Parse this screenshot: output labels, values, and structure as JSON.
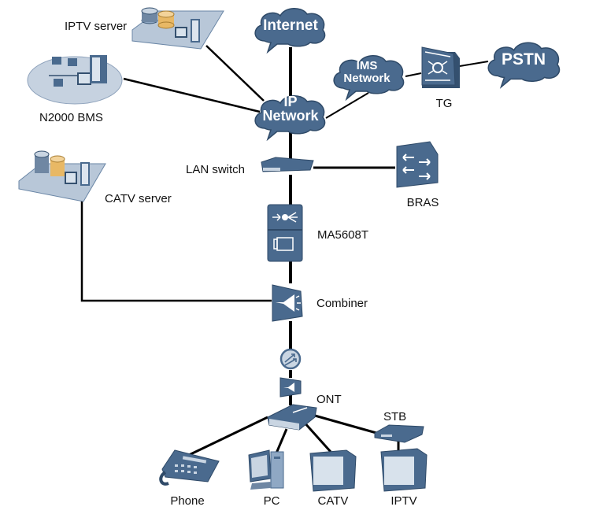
{
  "diagram": {
    "title": "GPON triple-play network topology",
    "colors": {
      "device": "#4a6a8e",
      "device_dark": "#34506f",
      "device_light": "#8fa8c4",
      "platform": "#b8c7d8",
      "disk_gold": "#e8b865",
      "link": "#000000"
    },
    "nodes": {
      "internet": {
        "label": "Internet",
        "type": "cloud"
      },
      "ip_network": {
        "label_line1": "IP",
        "label_line2": "Network",
        "type": "cloud"
      },
      "ims_network": {
        "label_line1": "IMS",
        "label_line2": "Network",
        "type": "cloud"
      },
      "pstn": {
        "label": "PSTN",
        "type": "cloud"
      },
      "tg": {
        "label": "TG",
        "type": "trunk-gateway"
      },
      "iptv_server": {
        "label": "IPTV server",
        "type": "server-platform"
      },
      "n2000_bms": {
        "label": "N2000 BMS",
        "type": "management-system"
      },
      "catv_server": {
        "label": "CATV server",
        "type": "server-platform"
      },
      "lan_switch": {
        "label": "LAN switch",
        "type": "switch"
      },
      "bras": {
        "label": "BRAS",
        "type": "bras"
      },
      "olt": {
        "label": "MA5608T",
        "type": "olt"
      },
      "combiner": {
        "label": "Combiner",
        "type": "combiner"
      },
      "splitter": {
        "label": "",
        "type": "optical-splitter"
      },
      "ont_filter": {
        "label": "",
        "type": "wdm"
      },
      "ont": {
        "label": "ONT",
        "type": "ont"
      },
      "stb": {
        "label": "STB",
        "type": "set-top-box"
      },
      "phone": {
        "label": "Phone",
        "type": "phone"
      },
      "pc": {
        "label": "PC",
        "type": "pc"
      },
      "catv": {
        "label": "CATV",
        "type": "tv"
      },
      "iptv": {
        "label": "IPTV",
        "type": "tv"
      }
    },
    "links": [
      [
        "internet",
        "ip_network"
      ],
      [
        "iptv_server",
        "ip_network"
      ],
      [
        "n2000_bms",
        "ip_network"
      ],
      [
        "ip_network",
        "ims_network"
      ],
      [
        "ims_network",
        "tg"
      ],
      [
        "tg",
        "pstn"
      ],
      [
        "ip_network",
        "lan_switch"
      ],
      [
        "lan_switch",
        "bras"
      ],
      [
        "lan_switch",
        "olt"
      ],
      [
        "olt",
        "combiner"
      ],
      [
        "catv_server",
        "combiner"
      ],
      [
        "combiner",
        "splitter"
      ],
      [
        "splitter",
        "ont_filter"
      ],
      [
        "ont_filter",
        "ont"
      ],
      [
        "ont",
        "phone"
      ],
      [
        "ont",
        "pc"
      ],
      [
        "ont",
        "catv"
      ],
      [
        "ont",
        "stb"
      ],
      [
        "stb",
        "iptv"
      ]
    ]
  }
}
